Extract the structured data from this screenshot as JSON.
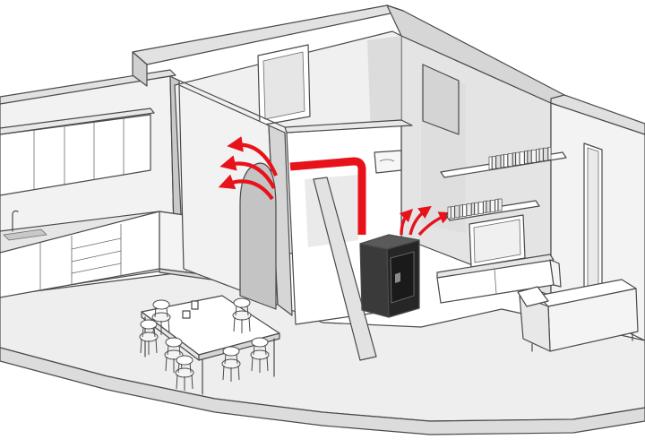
{
  "colors": {
    "background": "#ffffff",
    "floor": "#eeeeee",
    "wall_light": "#f2f2f2",
    "wall_mid": "#d9d9d9",
    "wall_dark": "#bdbdbd",
    "outline": "#4a4a4a",
    "heat_flow": "#e8121a",
    "stove_body": "#3a3a3a",
    "stove_dark": "#1e1e1e"
  },
  "icons": {
    "heat_arrows_arch": "curved-arrow-icon",
    "heat_arrows_stove": "curved-arrow-icon"
  },
  "scene": {
    "rooms": [
      "kitchen",
      "dining-area",
      "hallway",
      "living-room"
    ],
    "heat_source": "pellet-stove"
  }
}
